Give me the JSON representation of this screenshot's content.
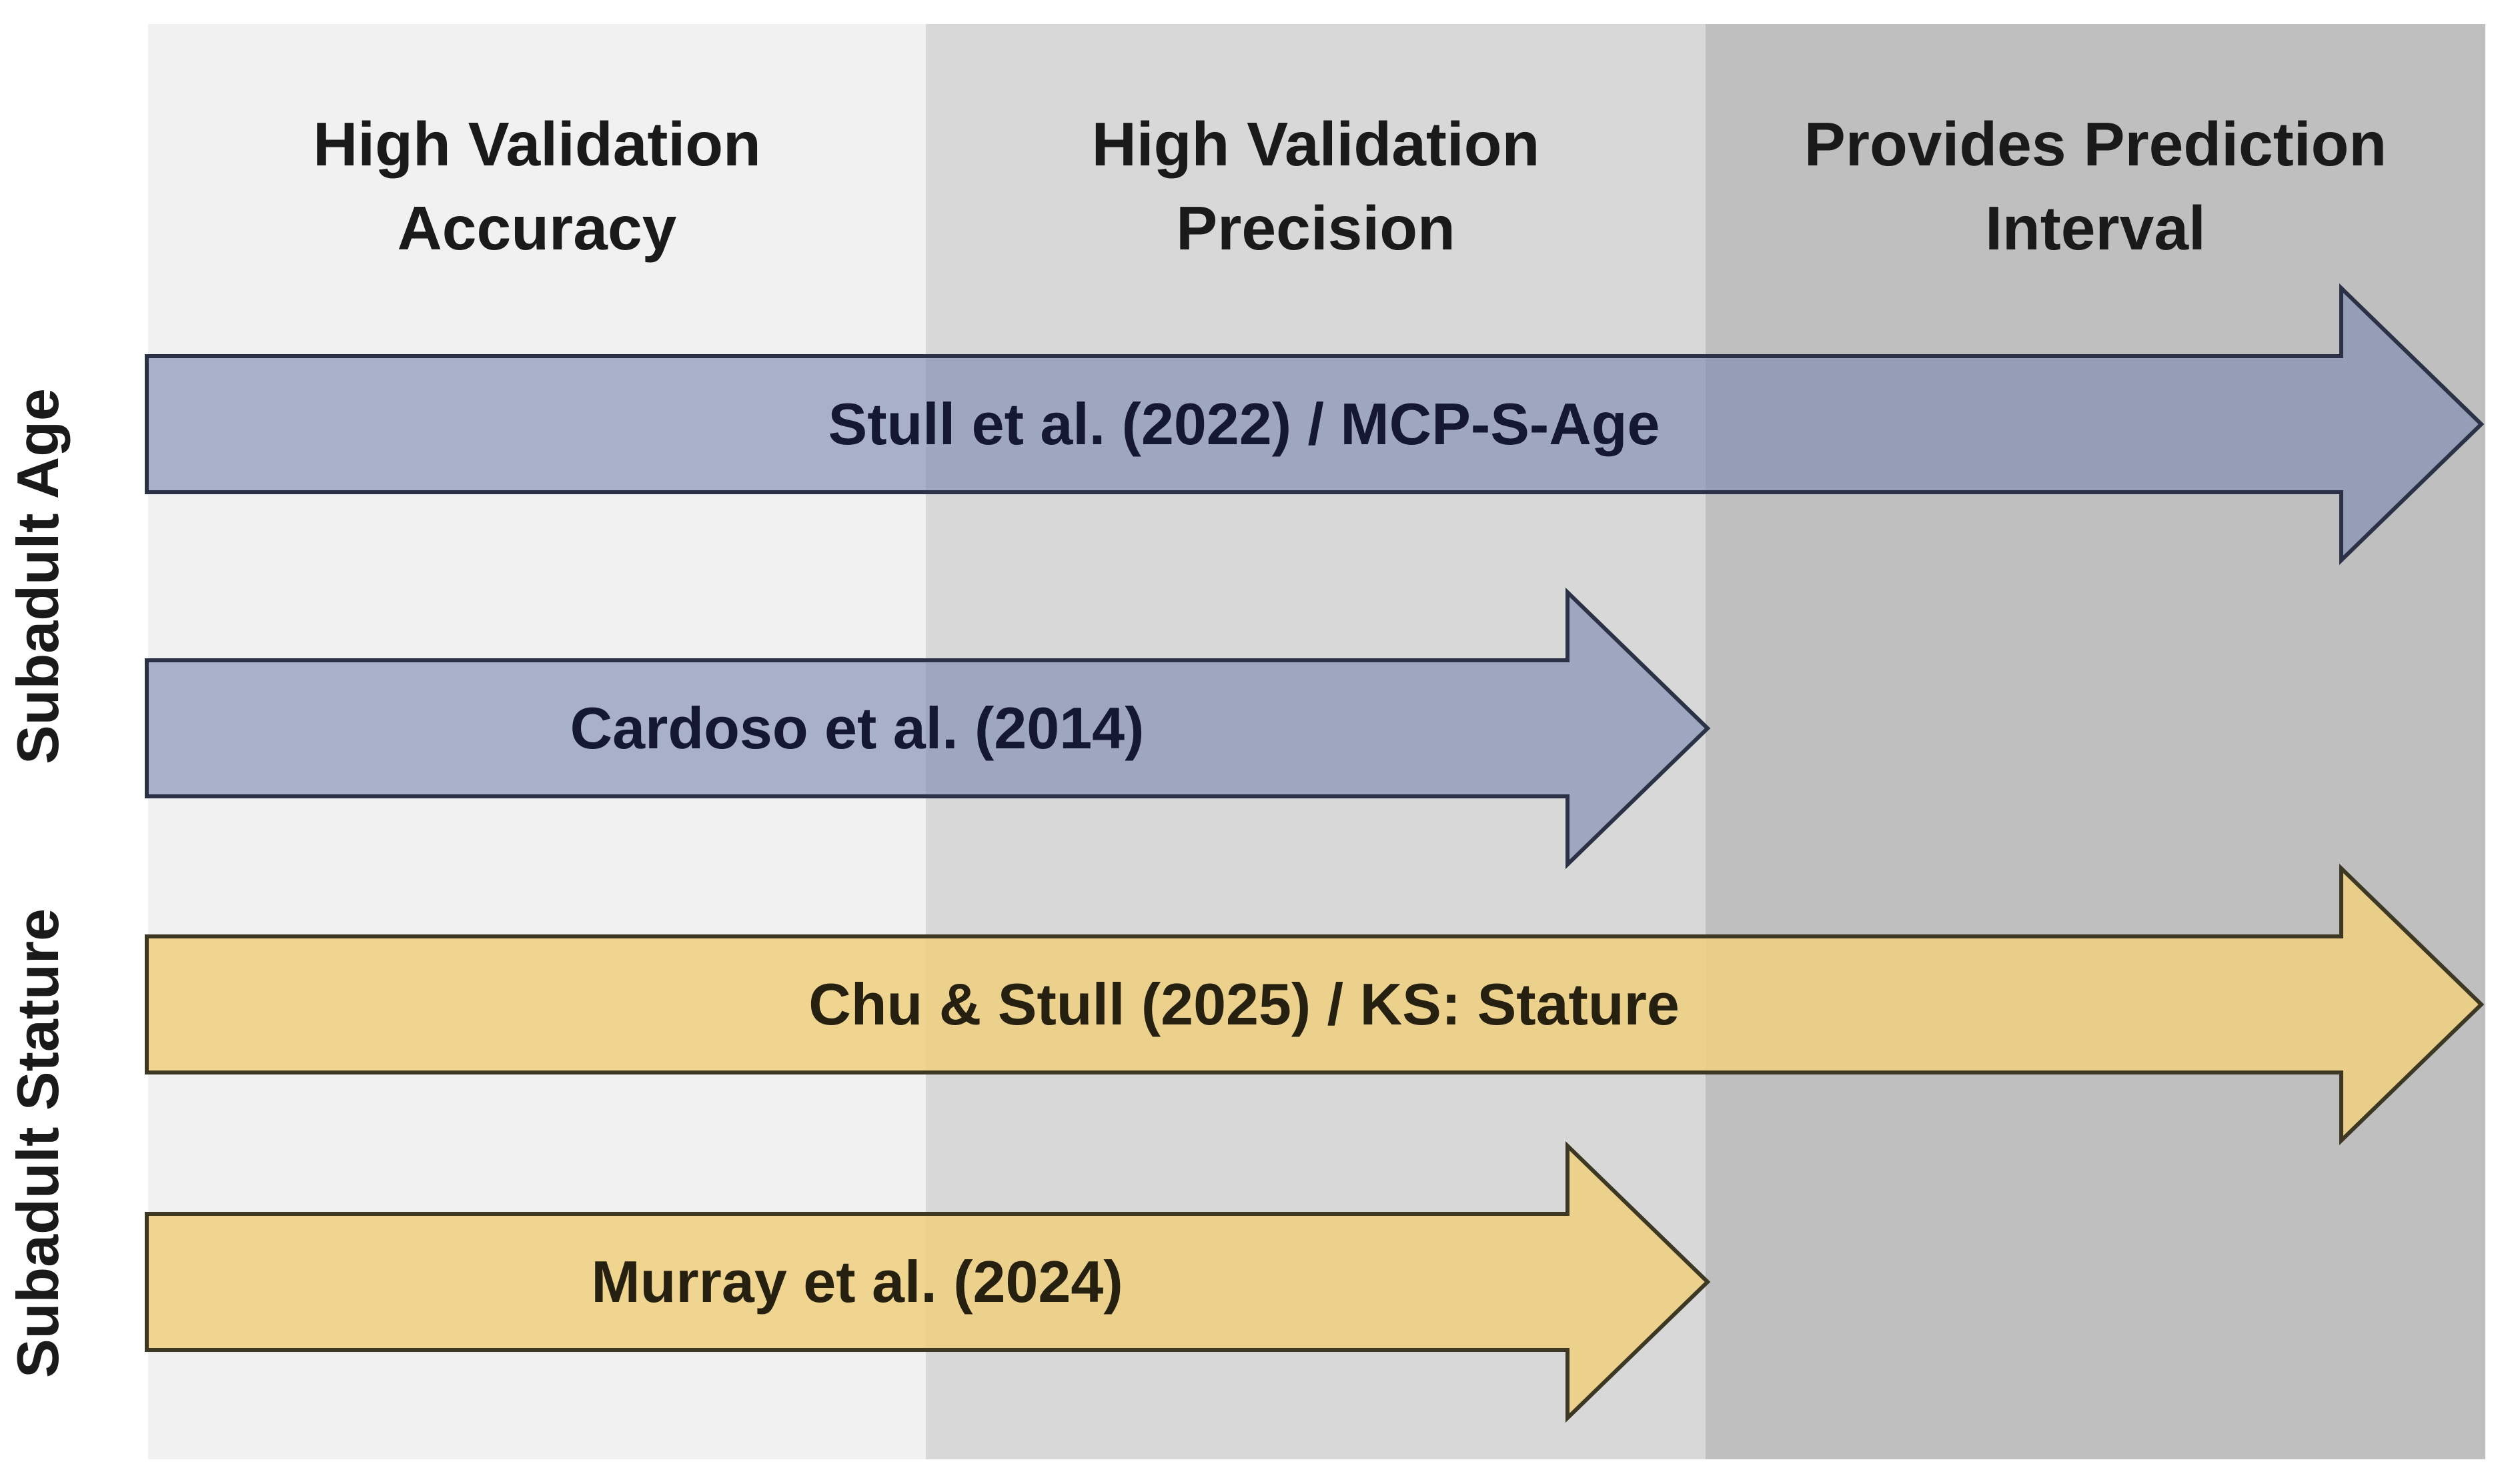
{
  "figure": {
    "background": "#ffffff",
    "columns": [
      {
        "label": "High Validation\nAccuracy",
        "band_color": "#f1f1f1"
      },
      {
        "label": "High Validation\nPrecision",
        "band_color": "#d8d8d8"
      },
      {
        "label": "Provides Prediction\nInterval",
        "band_color": "#bfbfbf"
      }
    ],
    "rows": [
      {
        "label": "Subadult Age"
      },
      {
        "label": "Subadult Stature"
      }
    ],
    "arrows": [
      {
        "label": "Stull et al. (2022) / MCP-S-Age",
        "row": "Subadult Age",
        "reaches": "Provides Prediction Interval",
        "fill": "rgba(125,135,177,0.62)",
        "outline": "#2b3245",
        "text_color": "#141830"
      },
      {
        "label": "Cardoso et al. (2014)",
        "row": "Subadult Age",
        "reaches": "High Validation Precision",
        "fill": "rgba(125,135,177,0.62)",
        "outline": "#2b3245",
        "text_color": "#141830"
      },
      {
        "label": "Chu & Stull (2025) / KS: Stature",
        "row": "Subadult Stature",
        "reaches": "Provides Prediction Interval",
        "fill": "rgba(240,208,128,0.85)",
        "outline": "#3c3823",
        "text_color": "#25200f"
      },
      {
        "label": "Murray et al. (2024)",
        "row": "Subadult Stature",
        "reaches": "High Validation Precision",
        "fill": "rgba(240,208,128,0.85)",
        "outline": "#3c3823",
        "text_color": "#25200f"
      }
    ]
  }
}
